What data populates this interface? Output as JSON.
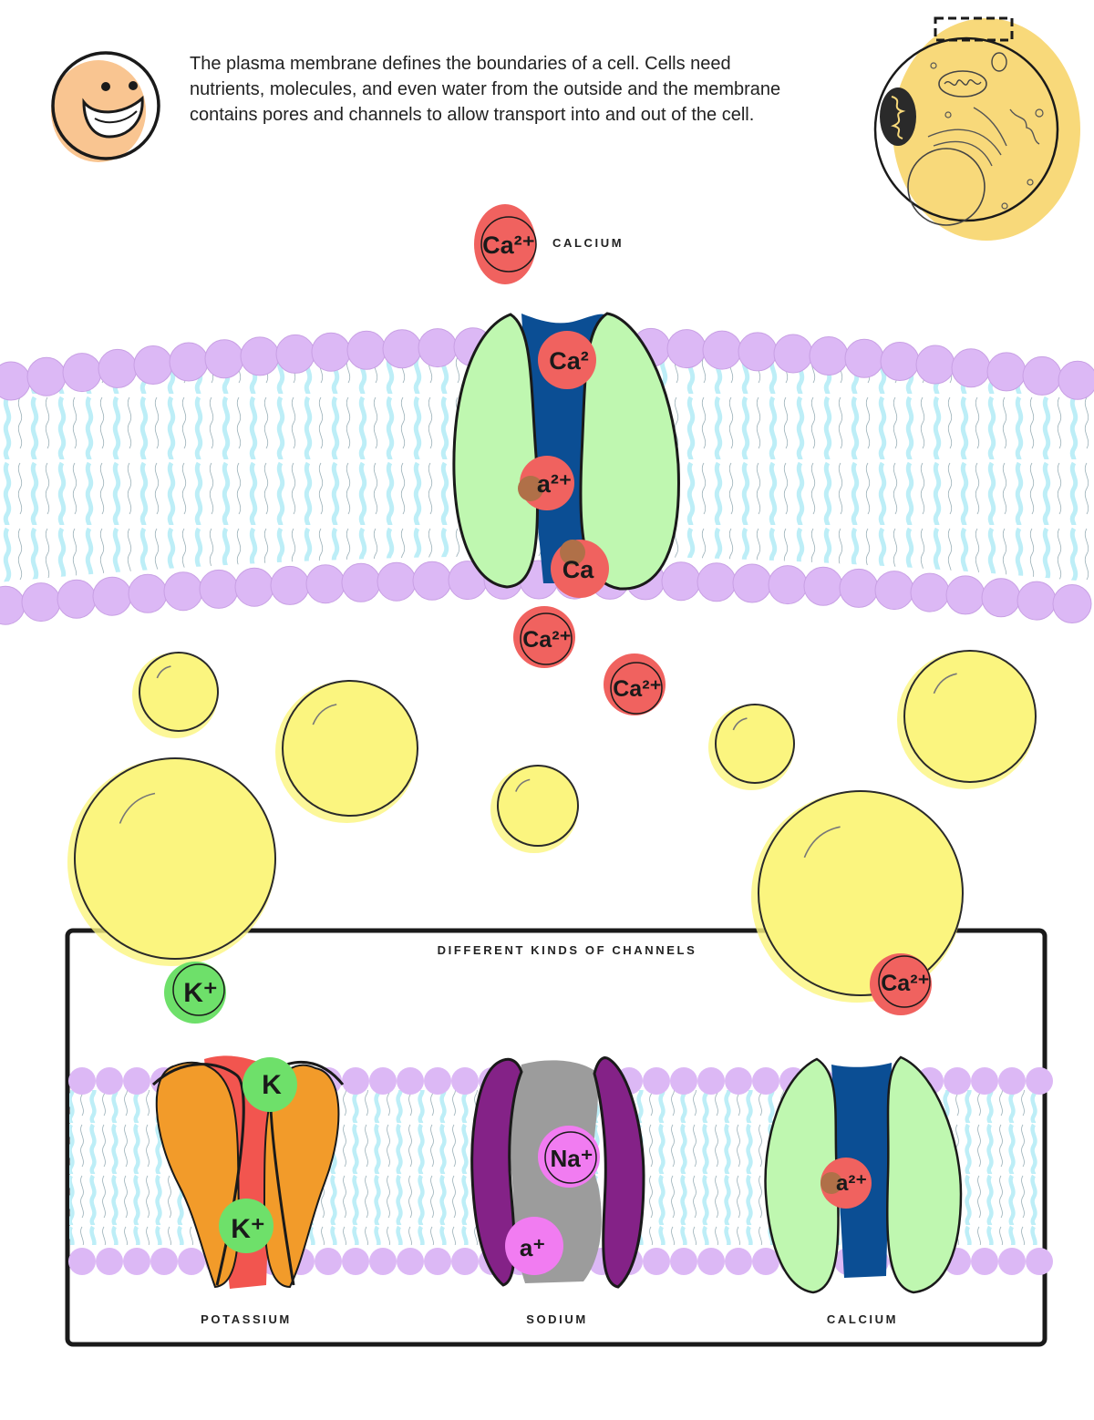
{
  "intro": {
    "text": "The plasma membrane defines the boundaries of a cell. Cells need nutrients, molecules, and even water from the outside and the membrane contains pores and channels to allow transport into and out of the cell."
  },
  "main_diagram": {
    "ion_label": "CALCIUM",
    "ion_symbol": "Ca²⁺",
    "ion_symbol_clipped_1": "Ca²",
    "ion_symbol_clipped_2": "a²⁺",
    "ion_symbol_clipped_3": "Ca"
  },
  "panel": {
    "title": "DIFFERENT KINDS OF CHANNELS",
    "channels": [
      {
        "label": "POTASSIUM",
        "symbol": "K⁺",
        "symbol_clipped": "K",
        "symbol_lower": "K⁺"
      },
      {
        "label": "SODIUM",
        "symbol": "Na⁺",
        "symbol_clipped": "a⁺"
      },
      {
        "label": "CALCIUM",
        "symbol": "Ca²⁺",
        "symbol_clipped": "a²⁺"
      }
    ]
  },
  "colors": {
    "phospholipid_head": "#dcb8f5",
    "tail": "#bdeef7",
    "calcium_ion": "#f0625f",
    "potassium_ion": "#6ee06a",
    "sodium_ion": "#f17cf1",
    "calcium_channel": "#bff7b0",
    "calcium_pore": "#0b4e94",
    "potassium_channel": "#f29b2a",
    "potassium_pore": "#f2554f",
    "sodium_channel": "#842287",
    "sodium_pore": "#9c9c9c",
    "vesicle": "#fbf57f",
    "cell": "#f8d97a",
    "smiley": "#f9c591"
  }
}
